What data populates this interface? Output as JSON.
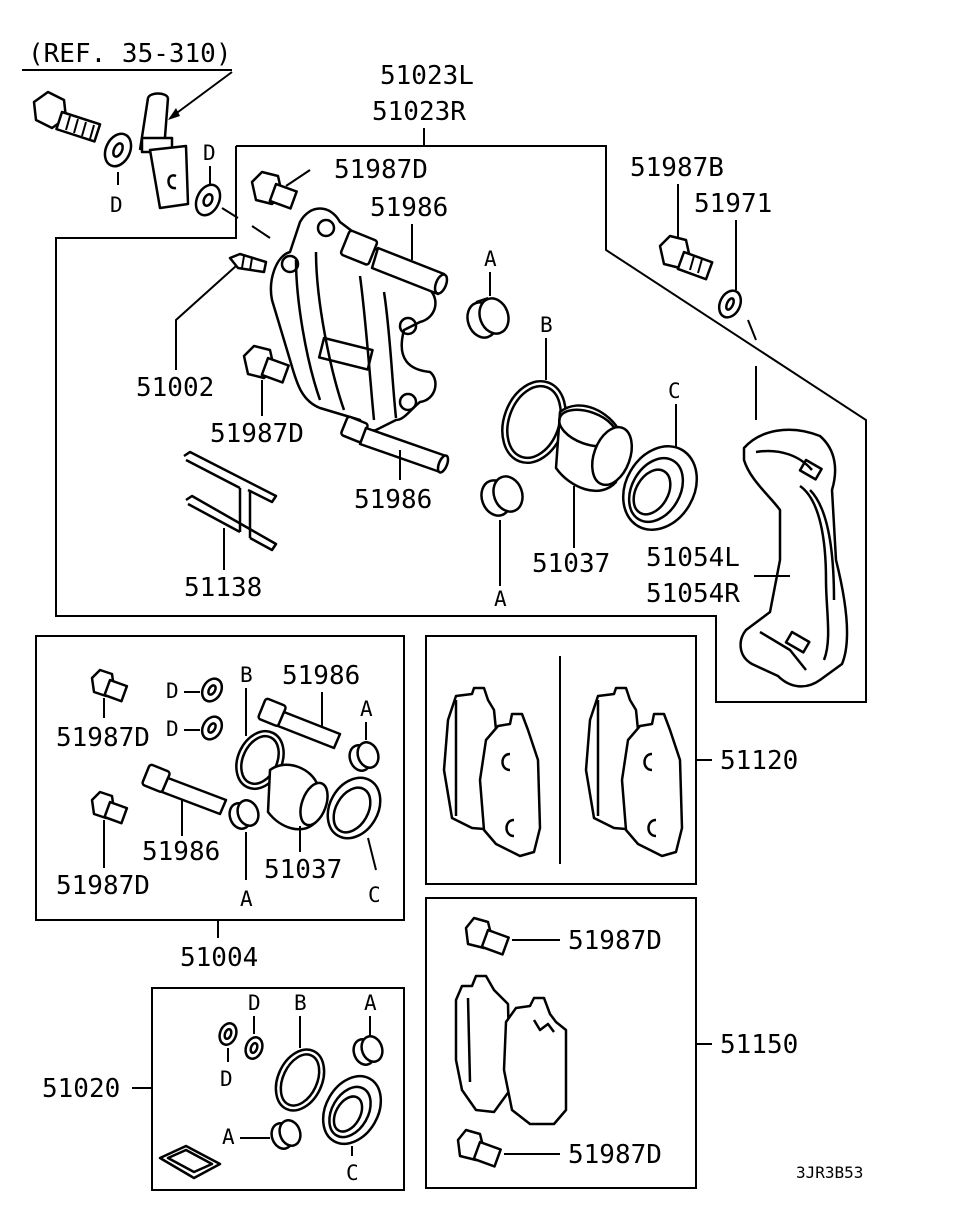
{
  "ref_label": "(REF. 35-310)",
  "footer_code": "3JR3B53",
  "labels": {
    "caliper_assy_l": "51023L",
    "caliper_assy_r": "51023R",
    "guide_pin_bolt_top": "51987D",
    "guide_pin_top": "51986",
    "bleeder": "51002",
    "guide_pin_bolt_mid": "51987D",
    "guide_pin_bottom": "51986",
    "clip": "51138",
    "piston": "51037",
    "support_l": "51054L",
    "support_r": "51054R",
    "bolt_51987b": "51987B",
    "washer_51971": "51971",
    "kit_pin": "51986",
    "kit_bolt_top": "51987D",
    "kit_pin2": "51986",
    "kit_bolt_bottom": "51987D",
    "kit_piston": "51037",
    "kit_main": "51004",
    "pad_set": "51120",
    "shim_bolt_top": "51987D",
    "shim_set": "51150",
    "shim_bolt_bottom": "51987D",
    "seal_kit": "51020"
  },
  "markers": {
    "a": "A",
    "b": "B",
    "c": "C",
    "d": "D"
  }
}
